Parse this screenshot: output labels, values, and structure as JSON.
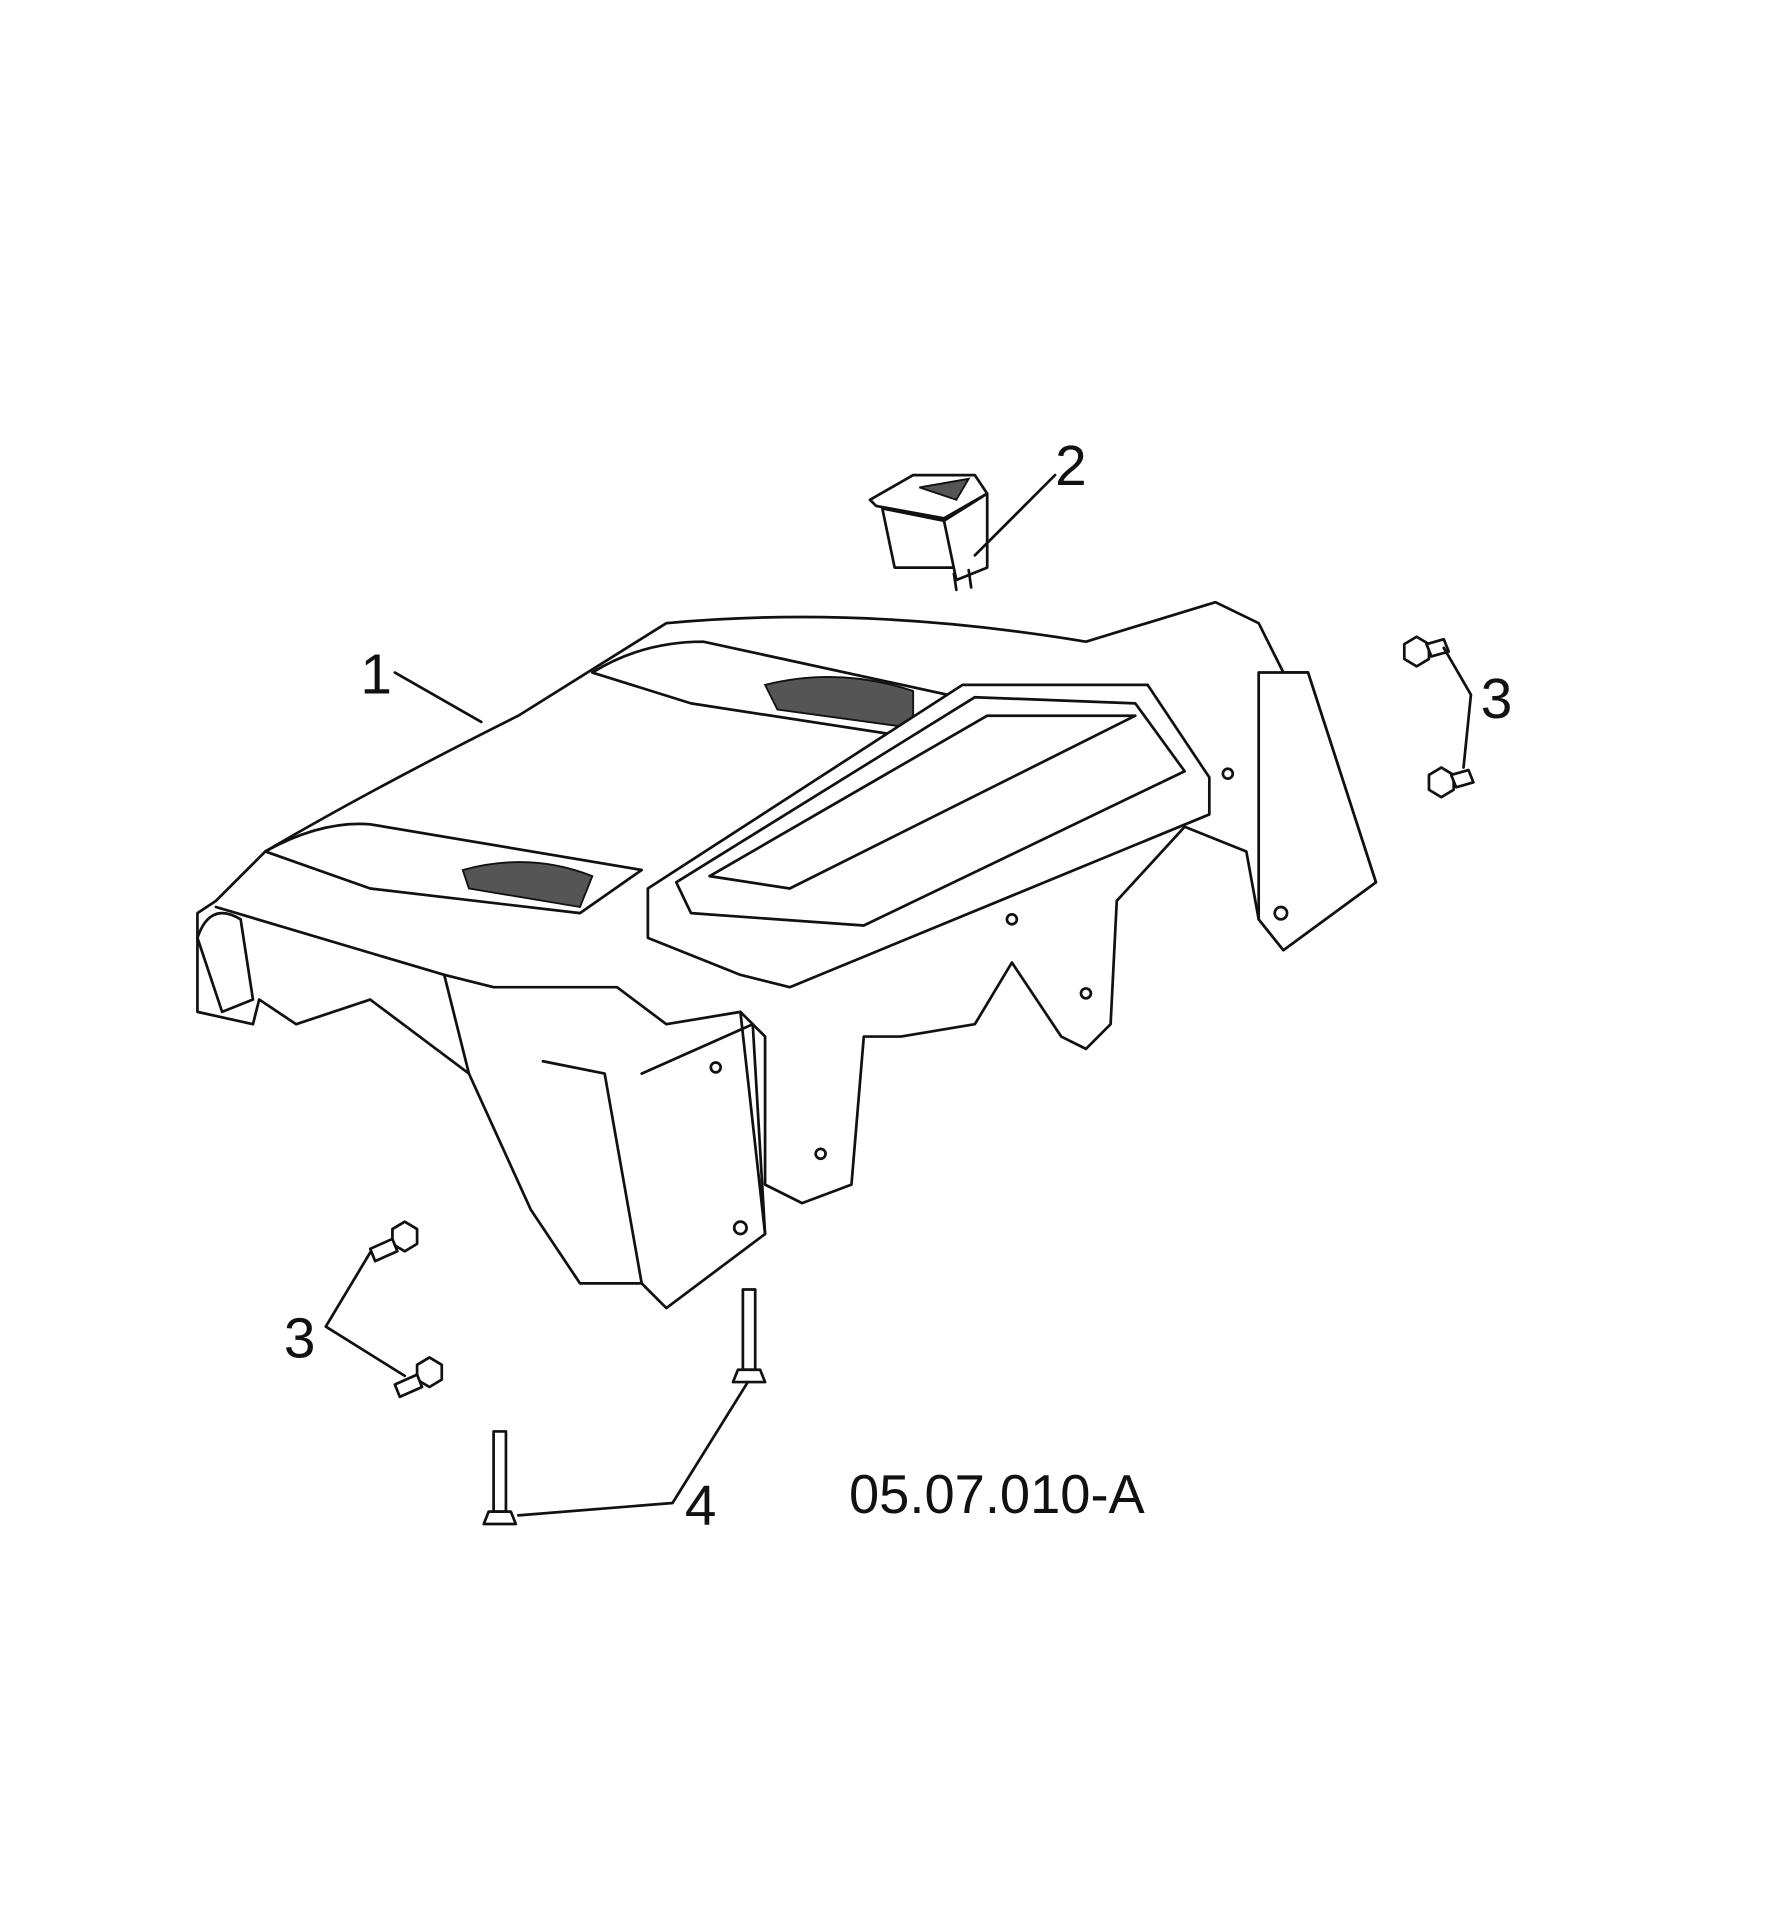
{
  "diagram": {
    "drawing_code": "05.07.010-A",
    "callouts": [
      {
        "number": "1",
        "part": "console-housing"
      },
      {
        "number": "2",
        "part": "rocker-switch"
      },
      {
        "number": "3",
        "part": "flange-bolts-right"
      },
      {
        "number": "3",
        "part": "flange-bolts-left"
      },
      {
        "number": "4",
        "part": "pins"
      }
    ],
    "colors": {
      "line": "#111111",
      "background": "#ffffff"
    }
  }
}
